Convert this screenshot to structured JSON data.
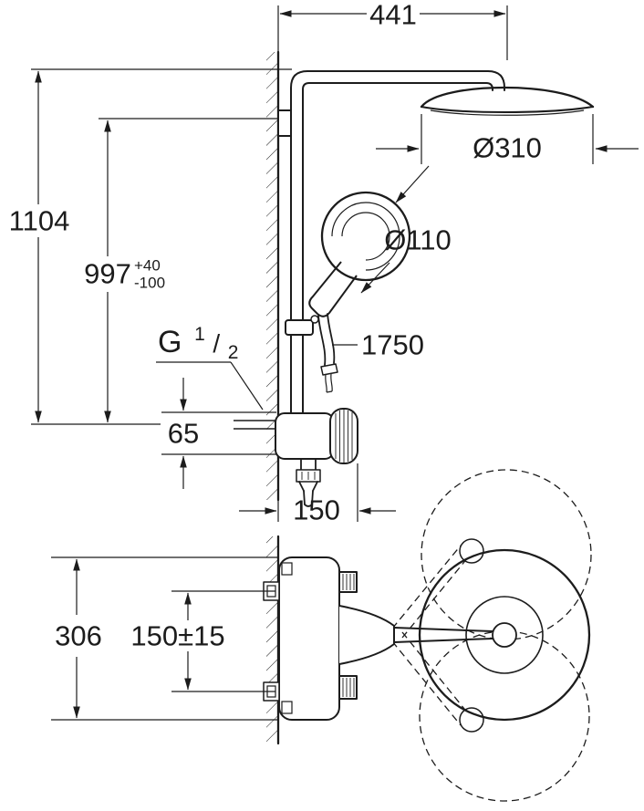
{
  "page": {
    "background": "#ffffff",
    "ink": "#1c1c1c"
  },
  "upper_view": {
    "dim_top_width": "441",
    "dim_total_height": "1104",
    "dim_height_value": "997",
    "dim_height_tol_plus": "+40",
    "dim_height_tol_minus": "-100",
    "thread_label_g": "G",
    "thread_label_num": "1",
    "thread_label_slash": "/",
    "thread_label_den": "2",
    "dim_inlet_outlet_offset": "65",
    "dim_head_diameter": "Ø310",
    "dim_handshower_diameter": "Ø110",
    "hose_length": "1750",
    "dim_projection": "150"
  },
  "lower_view": {
    "dim_body_height": "306",
    "dim_inlet_spacing": "150±15"
  }
}
